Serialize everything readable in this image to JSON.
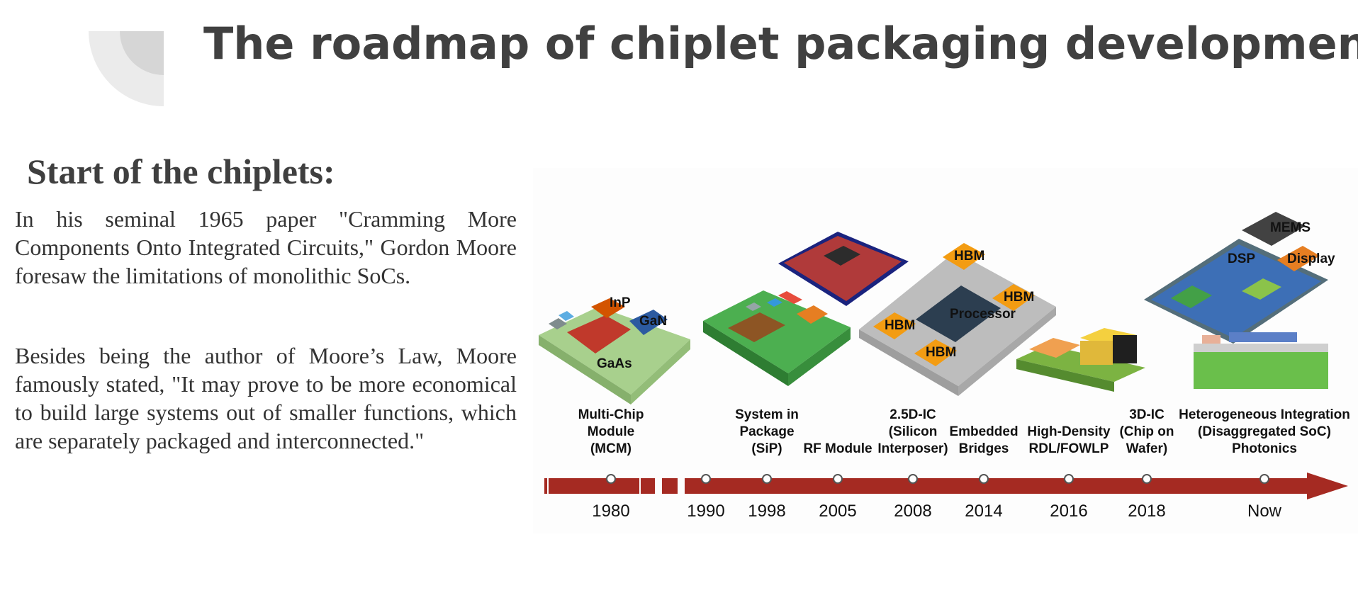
{
  "slide": {
    "title": "The roadmap of chiplet packaging development",
    "subtitle": "Start of the chiplets:",
    "paragraphs": [
      "In his seminal 1965 paper \"Cramming More Components Onto Integrated Circuits,\" Gordon Moore foresaw the limitations of monolithic SoCs.",
      "Besides being the author of Moore’s Law, Moore famously stated, \"It may prove to be more economical to build large systems out of smaller functions, which are separately packaged and interconnected.\""
    ]
  },
  "timeline": {
    "arrow_color": "#a52a22",
    "milestones": [
      {
        "year": "1980",
        "label": [
          "Multi-Chip",
          "Module",
          "(MCM)"
        ]
      },
      {
        "year": "1990",
        "label": []
      },
      {
        "year": "1998",
        "label": [
          "System in",
          "Package",
          "(SiP)"
        ]
      },
      {
        "year": "2005",
        "label": [
          "RF Module"
        ]
      },
      {
        "year": "2008",
        "label": [
          "2.5D-IC",
          "(Silicon",
          "Interposer)"
        ]
      },
      {
        "year": "2014",
        "label": [
          "Embedded",
          "Bridges"
        ]
      },
      {
        "year": "2016",
        "label": [
          "High-Density",
          "RDL/FOWLP"
        ]
      },
      {
        "year": "2018",
        "label": [
          "3D-IC",
          "(Chip on",
          "Wafer)"
        ]
      },
      {
        "year": "Now",
        "label": [
          "Heterogeneous Integration",
          "(Disaggregated SoC)",
          "Photonics"
        ]
      }
    ],
    "chip_labels": {
      "mcm": [
        "InP",
        "GaAs",
        "GaN"
      ],
      "interposer": [
        "HBM",
        "HBM",
        "HBM",
        "HBM",
        "Processor"
      ],
      "hetero": [
        "MEMS",
        "DSP",
        "Display"
      ]
    }
  }
}
